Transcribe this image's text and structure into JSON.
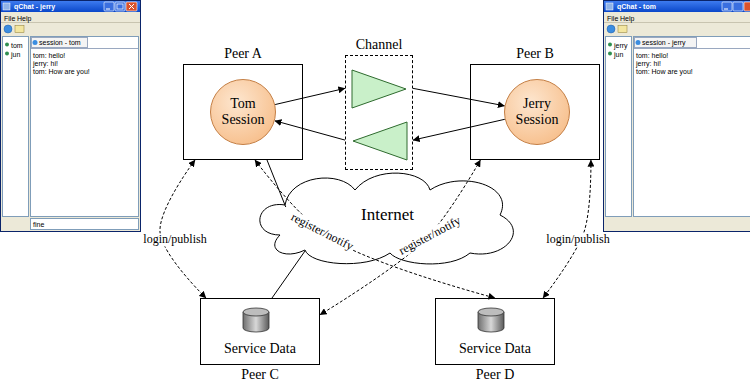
{
  "diagram": {
    "nodes": [
      {
        "text": [
          "Peer A"
        ]
      },
      {
        "text": [
          "Tom Session"
        ],
        "in": 0
      },
      {
        "text": [
          "Channel"
        ]
      },
      {
        "text": [
          "Peer B"
        ]
      },
      {
        "text": [
          "Jerry Session"
        ],
        "in": 3
      },
      {
        "text": [
          "Internet"
        ]
      },
      {
        "text": [
          "Service Data",
          "Peer C"
        ]
      },
      {
        "text": [
          "Service Data",
          "Peer D"
        ]
      }
    ],
    "edges": [
      {
        "from": 1,
        "to": 2,
        "arrow": "to"
      },
      {
        "from": 2,
        "to": 4,
        "arrow": "to"
      },
      {
        "from": 4,
        "to": 2,
        "arrow": "to"
      },
      {
        "from": 2,
        "to": 1,
        "arrow": "to"
      },
      {
        "from": 0,
        "to": 6,
        "label": "login/publish",
        "arrow": "both"
      },
      {
        "from": 3,
        "to": 7,
        "label": "login/publish",
        "arrow": "both"
      },
      {
        "from": 0,
        "to": 7,
        "label": "register/notify",
        "arrow": "both"
      },
      {
        "from": 3,
        "to": 6,
        "label": "register/notify",
        "arrow": "both"
      },
      {
        "from": 0,
        "to": 5,
        "arrow": "none"
      },
      {
        "from": 6,
        "to": 5,
        "arrow": "none"
      }
    ],
    "labels": [
      "qChat - jerry",
      "File",
      "Help",
      "tom",
      "jun",
      "session - tom",
      "tom: hello!",
      "jerry: hi!",
      "tom: How are you!",
      "fine",
      "qChat - tom",
      "File",
      "Help",
      "jerry",
      "jun",
      "session - jerry",
      "tom: hello!",
      "jerry: hi!",
      "tom: How are you!"
    ]
  }
}
